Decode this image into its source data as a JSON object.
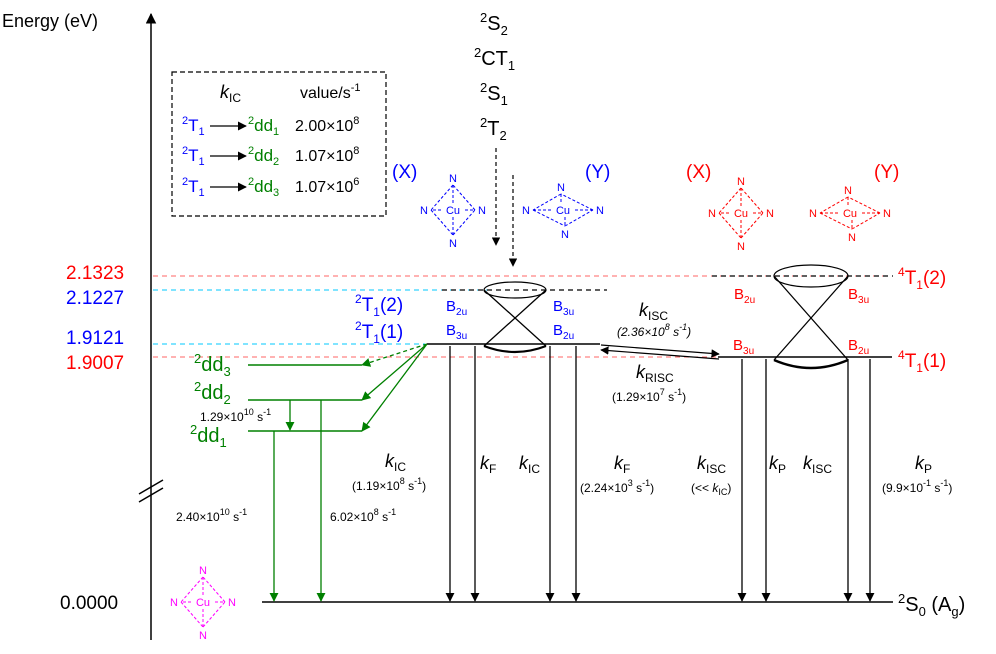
{
  "axis": {
    "label": "Energy (eV)",
    "ground_value": "0.0000"
  },
  "energy_labels": [
    {
      "value": "2.1323",
      "color": "#ff0000"
    },
    {
      "value": "2.1227",
      "color": "#0000ff"
    },
    {
      "value": "1.9121",
      "color": "#0000ff"
    },
    {
      "value": "1.9007",
      "color": "#ff0000"
    }
  ],
  "colors": {
    "black": "#000000",
    "blue": "#0000ff",
    "red": "#ff0000",
    "green": "#008000",
    "magenta": "#ff00ff",
    "cyan": "#00ffff"
  },
  "kic_table": {
    "header_k": "k",
    "header_k_sub": "IC",
    "header_value": "value/s",
    "header_value_sup": "-1",
    "rows": [
      {
        "from_sup": "2",
        "from": "T",
        "from_sub": "1",
        "to_sup": "2",
        "to": "dd",
        "to_sub": "1",
        "value": "2.00×10",
        "exp": "8"
      },
      {
        "from_sup": "2",
        "from": "T",
        "from_sub": "1",
        "to_sup": "2",
        "to": "dd",
        "to_sub": "2",
        "value": "1.07×10",
        "exp": "8"
      },
      {
        "from_sup": "2",
        "from": "T",
        "from_sub": "1",
        "to_sup": "2",
        "to": "dd",
        "to_sub": "3",
        "value": "1.07×10",
        "exp": "6"
      }
    ]
  },
  "top_states": [
    {
      "sup": "2",
      "base": "S",
      "sub": "2"
    },
    {
      "sup": "2",
      "base": "CT",
      "sub": "1"
    },
    {
      "sup": "2",
      "base": "S",
      "sub": "1"
    },
    {
      "sup": "2",
      "base": "T",
      "sub": "2"
    }
  ],
  "structures": {
    "x_label": "(X)",
    "y_label": "(Y)",
    "atom_n": "N",
    "atom_cu": "Cu"
  },
  "doublet": {
    "t1_2": {
      "sup": "2",
      "base": "T",
      "sub": "1",
      "tail": "(2)"
    },
    "t1_1": {
      "sup": "2",
      "base": "T",
      "sub": "1",
      "tail": "(1)"
    },
    "sym_b2u": {
      "base": "B",
      "sub": "2u"
    },
    "sym_b3u": {
      "base": "B",
      "sub": "3u"
    }
  },
  "dd_states": [
    {
      "sup": "2",
      "base": "dd",
      "sub": "3"
    },
    {
      "sup": "2",
      "base": "dd",
      "sub": "2"
    },
    {
      "sup": "2",
      "base": "dd",
      "sub": "1"
    }
  ],
  "quartet": {
    "t1_2": {
      "sup": "4",
      "base": "T",
      "sub": "1",
      "tail": "(2)"
    },
    "t1_1": {
      "sup": "4",
      "base": "T",
      "sub": "1",
      "tail": "(1)"
    }
  },
  "ground": {
    "sup": "2",
    "base": "S",
    "sub": "0",
    "tail_open": " (A",
    "tail_sub": "g",
    "tail_close": ")"
  },
  "rates": {
    "dd2_dd1": {
      "mant": "1.29×10",
      "exp": "10",
      "unit": " s",
      "unit_exp": "-1"
    },
    "dd1_s0": {
      "mant": "2.40×10",
      "exp": "10",
      "unit": " s",
      "unit_exp": "-1"
    },
    "dd2_s0": {
      "mant": "6.02×10",
      "exp": "8",
      "unit": " s",
      "unit_exp": "-1"
    },
    "kic_doublet": {
      "k": "k",
      "sub": "IC",
      "value": "(1.19×10",
      "exp": "8",
      "unit": " s",
      "unit_exp": "-1",
      "close": ")"
    },
    "kf_x": {
      "k": "k",
      "sub": "F"
    },
    "kic_y": {
      "k": "k",
      "sub": "IC"
    },
    "kf_y": {
      "k": "k",
      "sub": "F",
      "value": "(2.24×10",
      "exp": "3",
      "unit": " s",
      "unit_exp": "-1",
      "close": ")"
    },
    "kisc": {
      "k": "k",
      "sub": "ISC",
      "value": "(2.36×10",
      "exp": "8",
      "unit": " s",
      "unit_exp": "-1",
      "close": ")"
    },
    "krisc": {
      "k": "k",
      "sub": "RISC",
      "value": "(1.29×10",
      "exp": "7",
      "unit": " s",
      "unit_exp": "-1",
      "close": ")"
    },
    "kisc_x": {
      "k": "k",
      "sub": "ISC",
      "note_open": "(<< ",
      "note_k": "k",
      "note_sub": "IC",
      "note_close": ")"
    },
    "kp_x": {
      "k": "k",
      "sub": "P"
    },
    "kisc_y": {
      "k": "k",
      "sub": "ISC"
    },
    "kp_y": {
      "k": "k",
      "sub": "P",
      "value": "(9.9×10",
      "exp": "-1",
      "unit": " s",
      "unit_exp": "-1",
      "close": ")"
    }
  }
}
